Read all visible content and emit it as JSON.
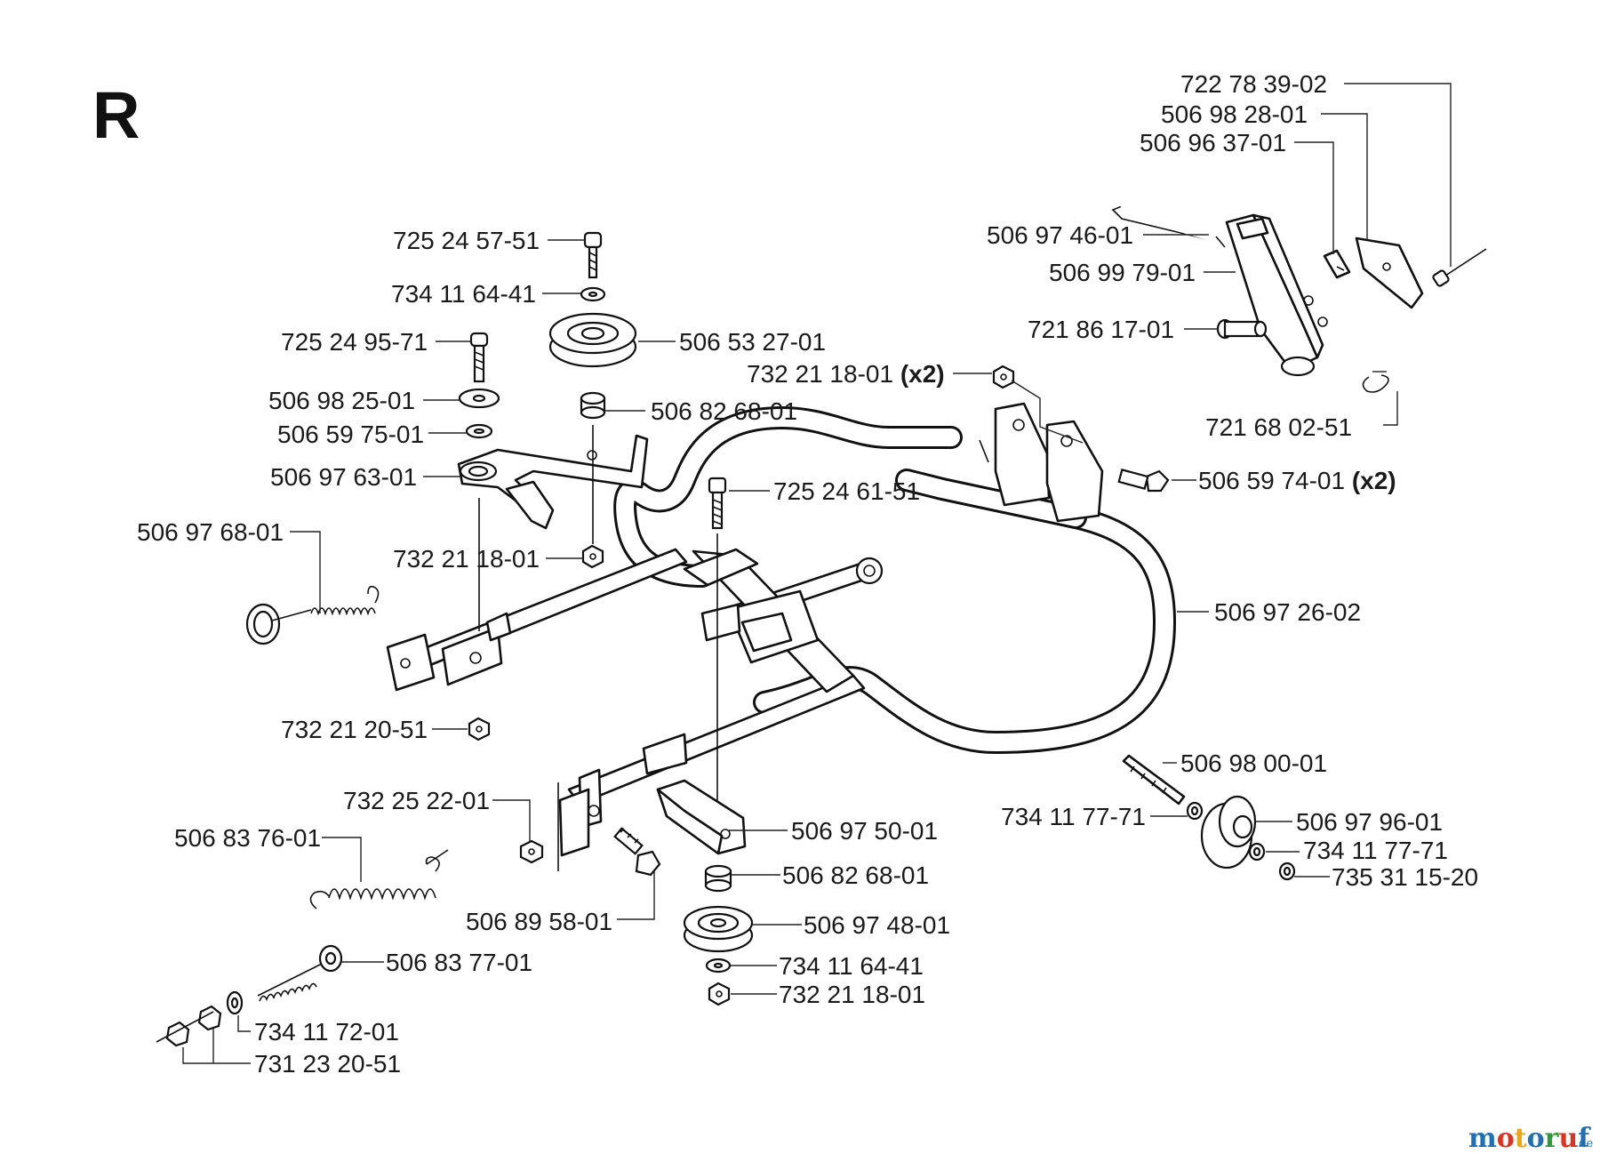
{
  "section": "R",
  "labels": {
    "l01": "722 78 39-02",
    "l02": "506 98 28-01",
    "l03": "506 96 37-01",
    "l04": "506 97 46-01",
    "l05": "506 99 79-01",
    "l06": "721 86 17-01",
    "l07": "732 21 18-01",
    "l07x": "(x2)",
    "l08": "721 68 02-51",
    "l09": "506 59 74-01",
    "l09x": "(x2)",
    "l10": "725 24 57-51",
    "l11": "734 11 64-41",
    "l12": "725 24 95-71",
    "l13": "506 53 27-01",
    "l14": "506 98 25-01",
    "l15": "506 82 68-01",
    "l16": "506 59 75-01",
    "l17": "506 97 63-01",
    "l18": "725 24 61-51",
    "l19": "506 97 68-01",
    "l20": "732 21 18-01",
    "l21": "506 97 26-02",
    "l22": "732 21 20-51",
    "l23": "506 98 00-01",
    "l24": "732 25 22-01",
    "l25": "734 11 77-71",
    "l26": "506 97 96-01",
    "l27": "506 83 76-01",
    "l28": "506 97 50-01",
    "l29": "734 11 77-71",
    "l30": "735 31 15-20",
    "l31": "506 82 68-01",
    "l32": "506 89 58-01",
    "l33": "506 97 48-01",
    "l34": "506 83 77-01",
    "l35": "734 11 64-41",
    "l36": "732 21 18-01",
    "l37": "734 11 72-01",
    "l38": "731 23 20-51"
  },
  "watermark": {
    "brand": "motoruf",
    "suffix": ".de",
    "colors": [
      "#1d6fb8",
      "#e0301e",
      "#f2a400",
      "#1d6fb8",
      "#2e9a3a",
      "#e0301e",
      "#1d6fb8"
    ]
  }
}
